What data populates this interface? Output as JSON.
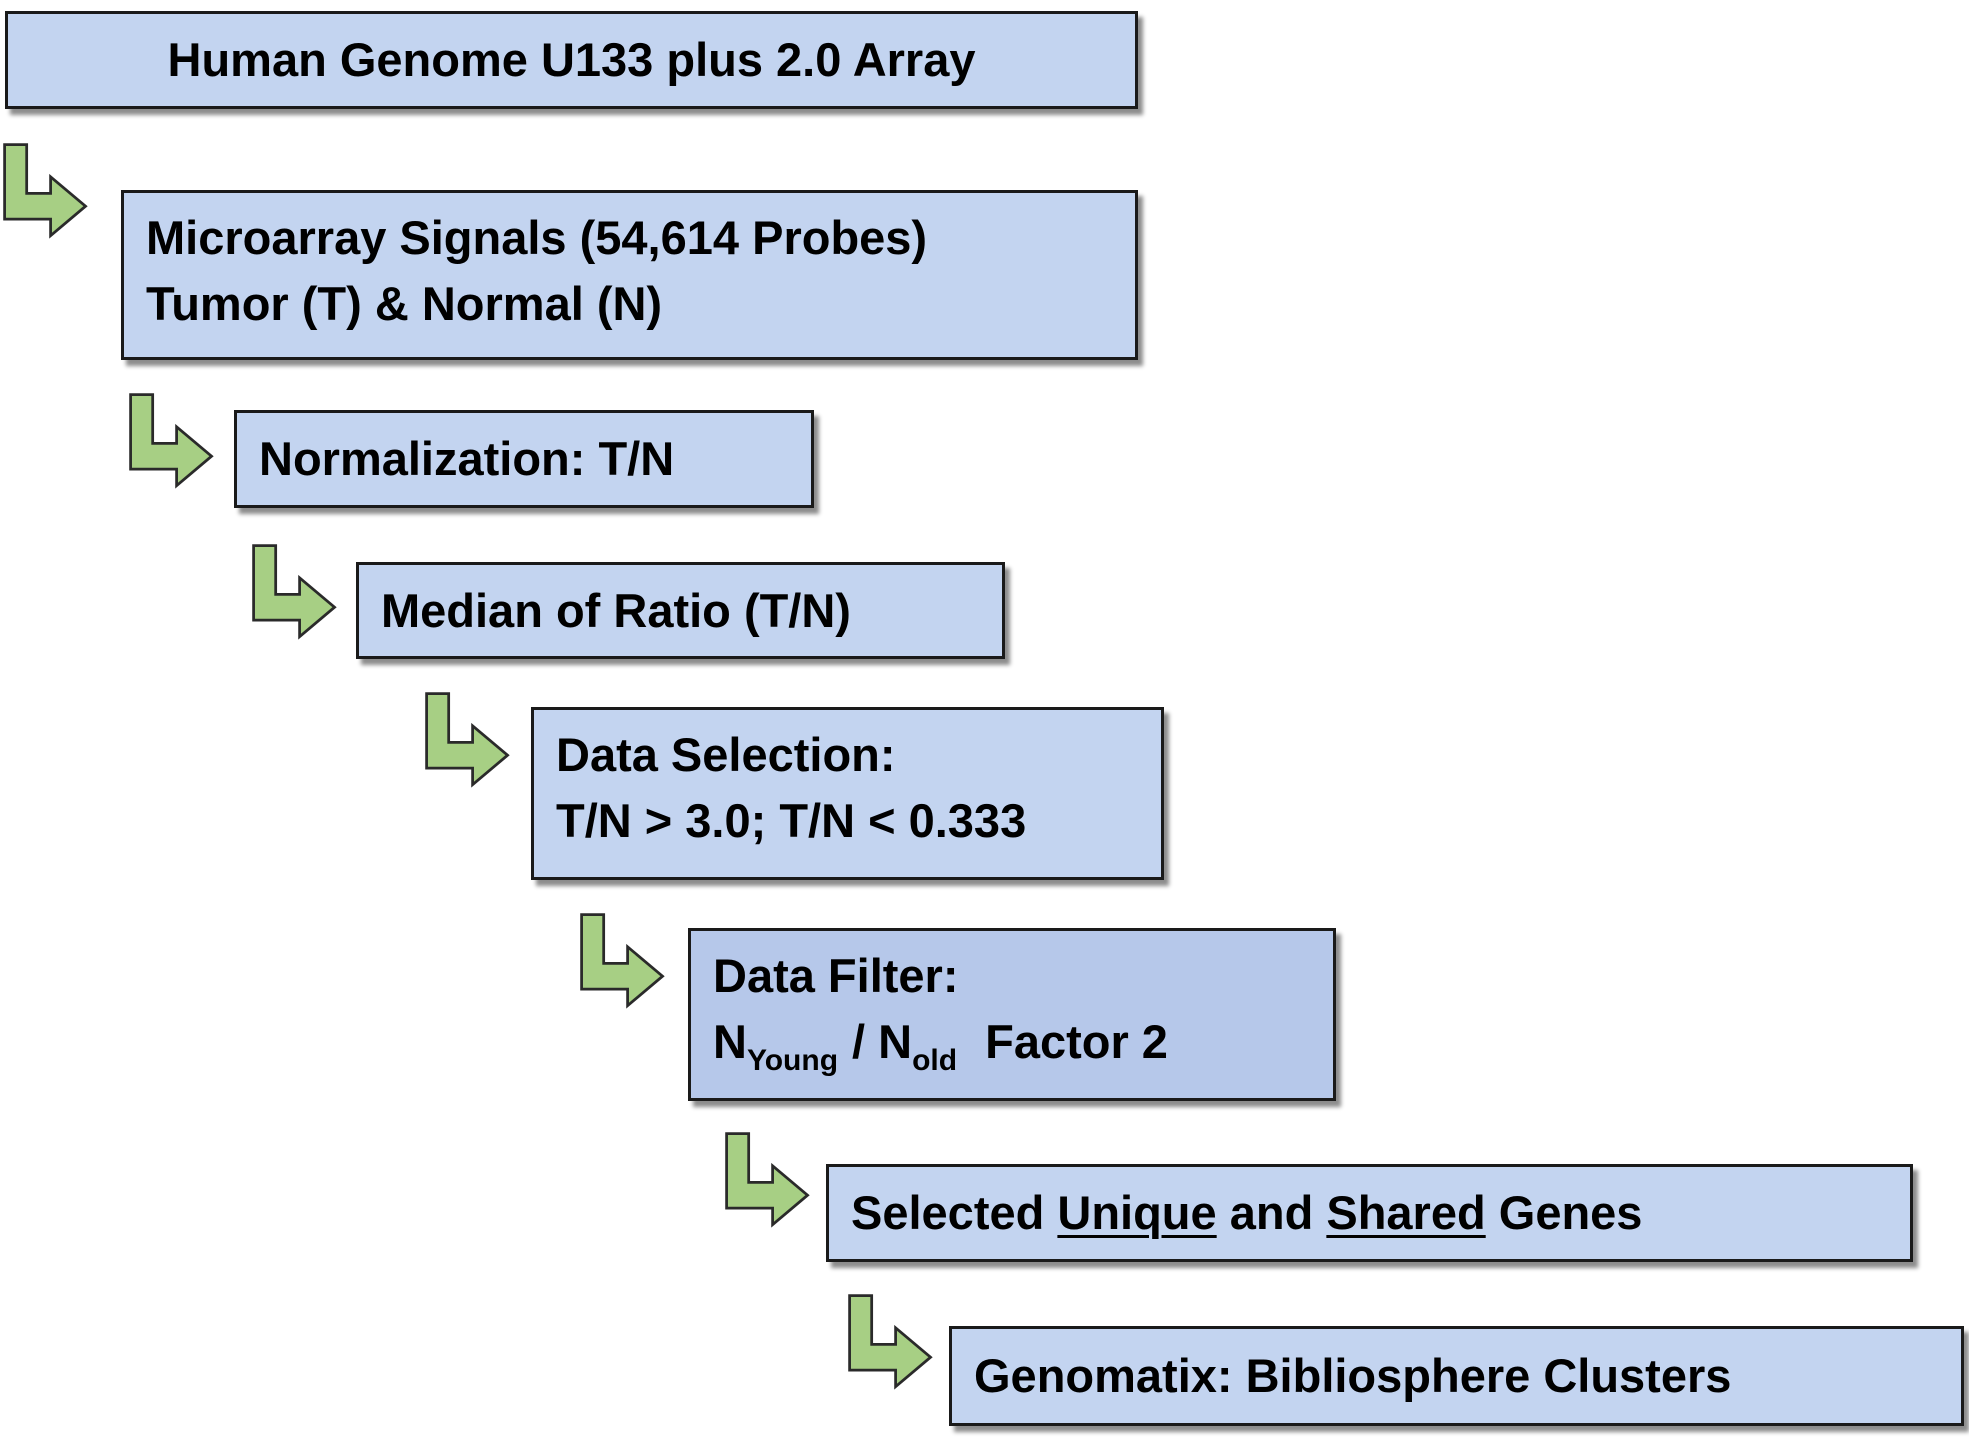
{
  "steps": [
    {
      "id": "array",
      "text": "Human Genome U133 plus 2.0 Array"
    },
    {
      "id": "signals",
      "line1": "Microarray Signals (54,614 Probes)",
      "line2": "Tumor (T) & Normal (N)"
    },
    {
      "id": "normalization",
      "text": "Normalization: T/N"
    },
    {
      "id": "median",
      "text": "Median of Ratio (T/N)"
    },
    {
      "id": "selection",
      "line1": "Data Selection:",
      "line2": "T/N > 3.0; T/N < 0.333"
    },
    {
      "id": "filter",
      "line1": "Data Filter:",
      "n1": "N",
      "n1_sub": "Young",
      "slash": "/ N",
      "n2_sub": "old",
      "factor": "Factor 2"
    },
    {
      "id": "genes",
      "prefix": "Selected ",
      "unique": "Unique",
      "mid": " and ",
      "shared": "Shared",
      "suffix": " Genes"
    },
    {
      "id": "genomatix",
      "text": "Genomatix: Bibliosphere Clusters"
    }
  ],
  "colors": {
    "box_fill": "#c3d4f0",
    "box_border": "#1a1a1a",
    "arrow_fill": "#a7cf84",
    "arrow_stroke": "#2a2a2a"
  },
  "icons": [
    "bent-arrow-icon"
  ]
}
